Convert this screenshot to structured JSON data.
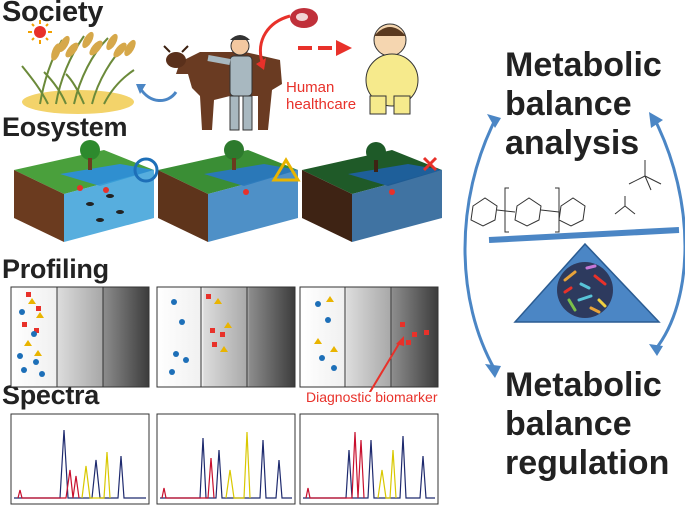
{
  "headings": {
    "society": "Society",
    "ecosystem": "Eosystem",
    "profiling": "Profiling",
    "spectra": "Spectra"
  },
  "labels": {
    "human_healthcare_line1": "Human",
    "human_healthcare_line2": "healthcare",
    "diagnostic_biomarker": "Diagnostic biomarker"
  },
  "right_panel": {
    "top_line1": "Metabolic",
    "top_line2": "balance",
    "top_line3": "analysis",
    "bottom_line1": "Metabolic",
    "bottom_line2": "balance",
    "bottom_line3": "regulation"
  },
  "ecosystem_states": [
    "circle",
    "triangle",
    "cross"
  ],
  "colors": {
    "accent_red": "#e8312a",
    "blue": "#1d6fb8",
    "yellow": "#e9b400",
    "spectrum_red": "#c8102e",
    "spectrum_navy": "#1e2a6e",
    "spectrum_yellow": "#d9c800",
    "arrow_blue": "#4b86c5"
  },
  "icons": {
    "sun": "sun-icon",
    "meat": "meat-icon",
    "rice": "rice-plant-icon",
    "cow": "cow-icon",
    "farmer": "farmer-icon",
    "person": "obese-person-icon",
    "balance": "balance-scale-icon"
  }
}
